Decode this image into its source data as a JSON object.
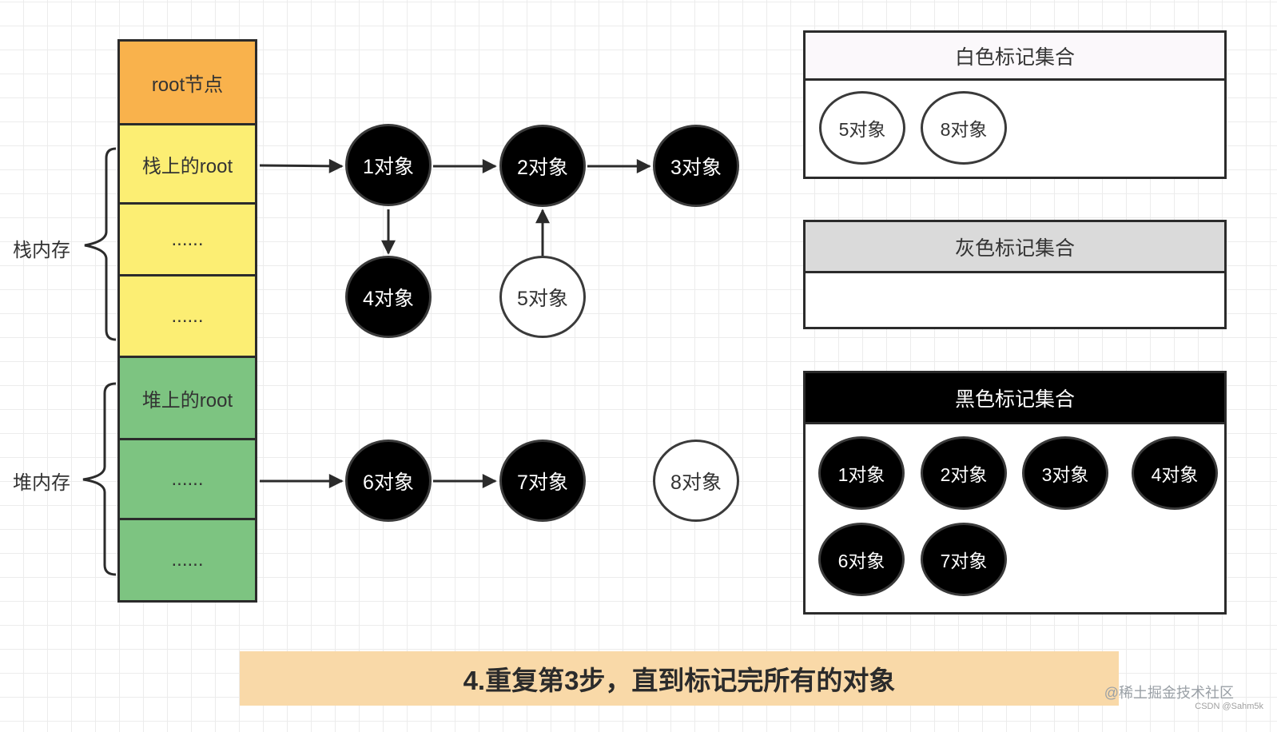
{
  "stack_column": {
    "root_node": "root节点",
    "stack_root": "栈上的root",
    "stack_ellipsis_1": "......",
    "stack_ellipsis_2": "......",
    "heap_root": "堆上的root",
    "heap_ellipsis_1": "......",
    "heap_ellipsis_2": "......"
  },
  "side_labels": {
    "stack_memory": "栈内存",
    "heap_memory": "堆内存"
  },
  "graph_nodes": {
    "obj1": "1对象",
    "obj2": "2对象",
    "obj3": "3对象",
    "obj4": "4对象",
    "obj5": "5对象",
    "obj6": "6对象",
    "obj7": "7对象",
    "obj8": "8对象"
  },
  "sets": {
    "white": {
      "title": "白色标记集合",
      "items": [
        "5对象",
        "8对象"
      ]
    },
    "gray": {
      "title": "灰色标记集合",
      "items": []
    },
    "black": {
      "title": "黑色标记集合",
      "items": [
        "1对象",
        "2对象",
        "3对象",
        "4对象",
        "6对象",
        "7对象"
      ]
    }
  },
  "caption": "4.重复第3步，直到标记完所有的对象",
  "watermark": {
    "main": "@稀土掘金技术社区",
    "sub": "CSDN @Sahm5k"
  },
  "colors": {
    "root_cell": "#f9b24c",
    "stack_cells": "#fcee73",
    "heap_cells": "#7dc481",
    "caption_bg": "#f9d9a8",
    "gray_set_header": "#dadada"
  }
}
